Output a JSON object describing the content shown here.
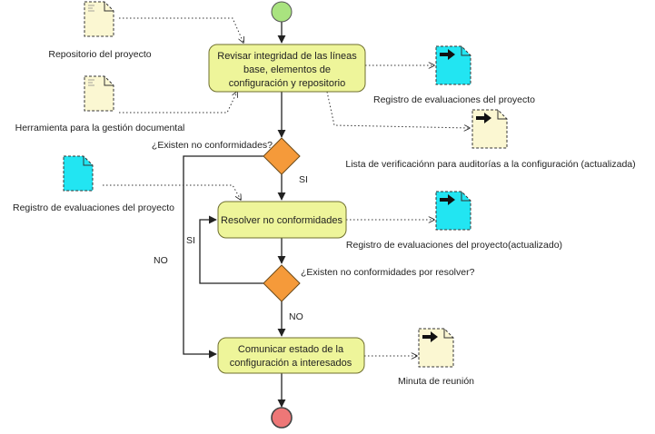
{
  "colors": {
    "start": "#a9e37f",
    "end": "#ee7777",
    "activity_fill": "#eef59a",
    "activity_stroke": "#6f6f2f",
    "decision": "#f59a3a",
    "doc_light": "#fbf7d2",
    "doc_cyan": "#22e5f2",
    "line": "#222222"
  },
  "activities": {
    "a1": {
      "line1": "Revisar integridad de las líneas",
      "line2": "base, elementos de",
      "line3": "configuración y repositorio"
    },
    "a2": {
      "line1": "Resolver no conformidades"
    },
    "a3": {
      "line1": "Comunicar estado de la",
      "line2": "configuración a interesados"
    }
  },
  "decisions": {
    "d1": {
      "question": "¿Existen no conformidades?",
      "yes": "SI",
      "no": "NO"
    },
    "d2": {
      "question": "¿Existen no conformidades por resolver?",
      "yes": "SI",
      "no": "NO"
    }
  },
  "documents": {
    "repo": {
      "label": "Repositorio del proyecto",
      "icon": "document-icon"
    },
    "herr": {
      "label": "Herramienta para la gestión documental",
      "icon": "document-icon"
    },
    "reg_in": {
      "label": "Registro de evaluaciones del proyecto",
      "icon": "document-icon"
    },
    "reg_out1": {
      "label": "Registro de evaluaciones del proyecto",
      "icon": "document-output-icon"
    },
    "lista": {
      "label": "Lista de verificaciónn para auditorías a la configuración (actualizada)",
      "icon": "document-output-icon"
    },
    "reg_out2": {
      "label": "Registro de evaluaciones del proyecto(actualizado)",
      "icon": "document-output-icon"
    },
    "minuta": {
      "label": "Minuta de reunión",
      "icon": "document-output-icon"
    }
  }
}
